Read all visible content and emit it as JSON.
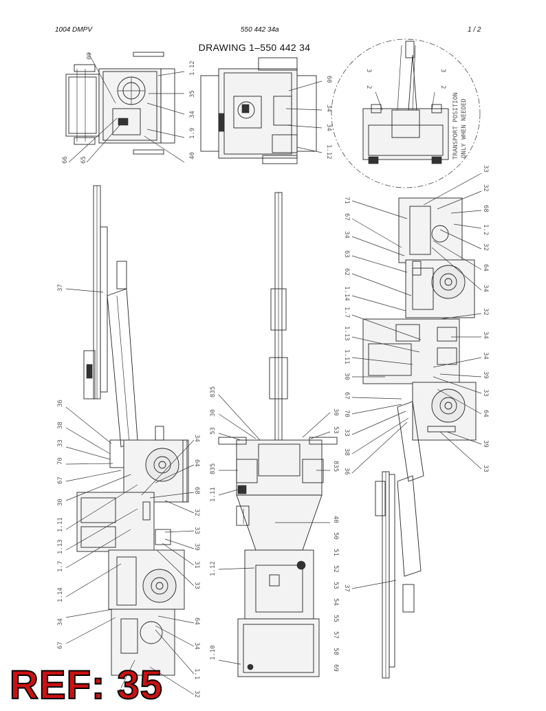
{
  "header": {
    "left": "1004 DMPV",
    "center": "550 442 34a",
    "right": "1 /  2"
  },
  "title": "DRAWING 1–550 442 34",
  "transport_note": [
    "TRANSPORT POSITION",
    "ONLY WHEN NEEDED"
  ],
  "ref_label": "REF: 35",
  "callouts": {
    "top_left": [
      "60",
      "66",
      "65",
      "40",
      "1.9",
      "34",
      "35",
      "1.12"
    ],
    "top_middle": [
      "60",
      "34",
      "34",
      "1.12"
    ],
    "circle_view": [
      "2",
      "3",
      "2",
      "3"
    ],
    "left_side": [
      "37",
      "36",
      "38",
      "33",
      "70",
      "67",
      "30",
      "1.11",
      "1.13",
      "1.7",
      "1.14",
      "34",
      "67",
      "32",
      "34",
      "64",
      "68",
      "32",
      "33",
      "39",
      "31",
      "33",
      "64",
      "34",
      "1.1",
      "32"
    ],
    "center_bottom": [
      "835",
      "30",
      "53",
      "835",
      "1.11",
      "30",
      "53",
      "835",
      "40",
      "50",
      "51",
      "52",
      "53",
      "54",
      "55",
      "57",
      "58",
      "69",
      "1.12",
      "1.10"
    ],
    "right_side": [
      "71",
      "67",
      "34",
      "63",
      "62",
      "1.14",
      "1.7",
      "1.13",
      "1.11",
      "30",
      "67",
      "70",
      "33",
      "38",
      "36",
      "33",
      "32",
      "68",
      "1.2",
      "32",
      "64",
      "34",
      "32",
      "34",
      "34",
      "39",
      "33",
      "64",
      "39",
      "33",
      "37"
    ]
  }
}
